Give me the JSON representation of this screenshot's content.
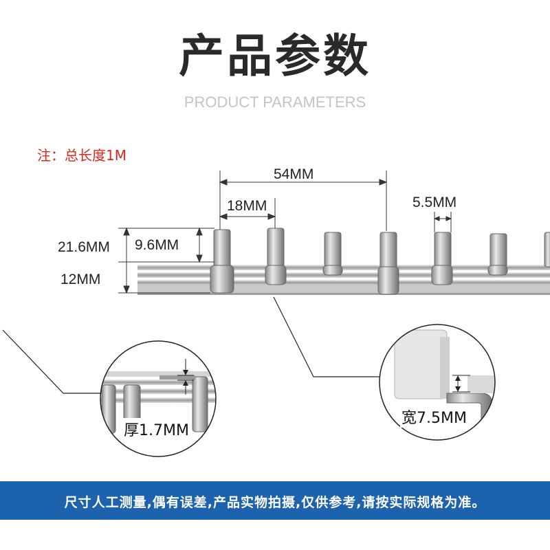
{
  "header": {
    "title": "产品参数",
    "subtitle": "PRODUCT PARAMETERS"
  },
  "note": "注：总长度1M",
  "dimensions": {
    "pitch_span": "54MM",
    "pitch": "18MM",
    "pin_width": "5.5MM",
    "total_height": "21.6MM",
    "pin_height": "9.6MM",
    "bar_height": "12MM"
  },
  "callouts": {
    "thickness": "厚1.7MM",
    "width": "宽7.5MM"
  },
  "footer": {
    "disclaimer": "尺寸人工测量,偶有误差,产品实物拍摄,仅供参考,请按实际规格为准。"
  },
  "colors": {
    "accent_red": "#e2231a",
    "footer_blue": "#1d62ad",
    "metal": "#b8b8b8"
  }
}
